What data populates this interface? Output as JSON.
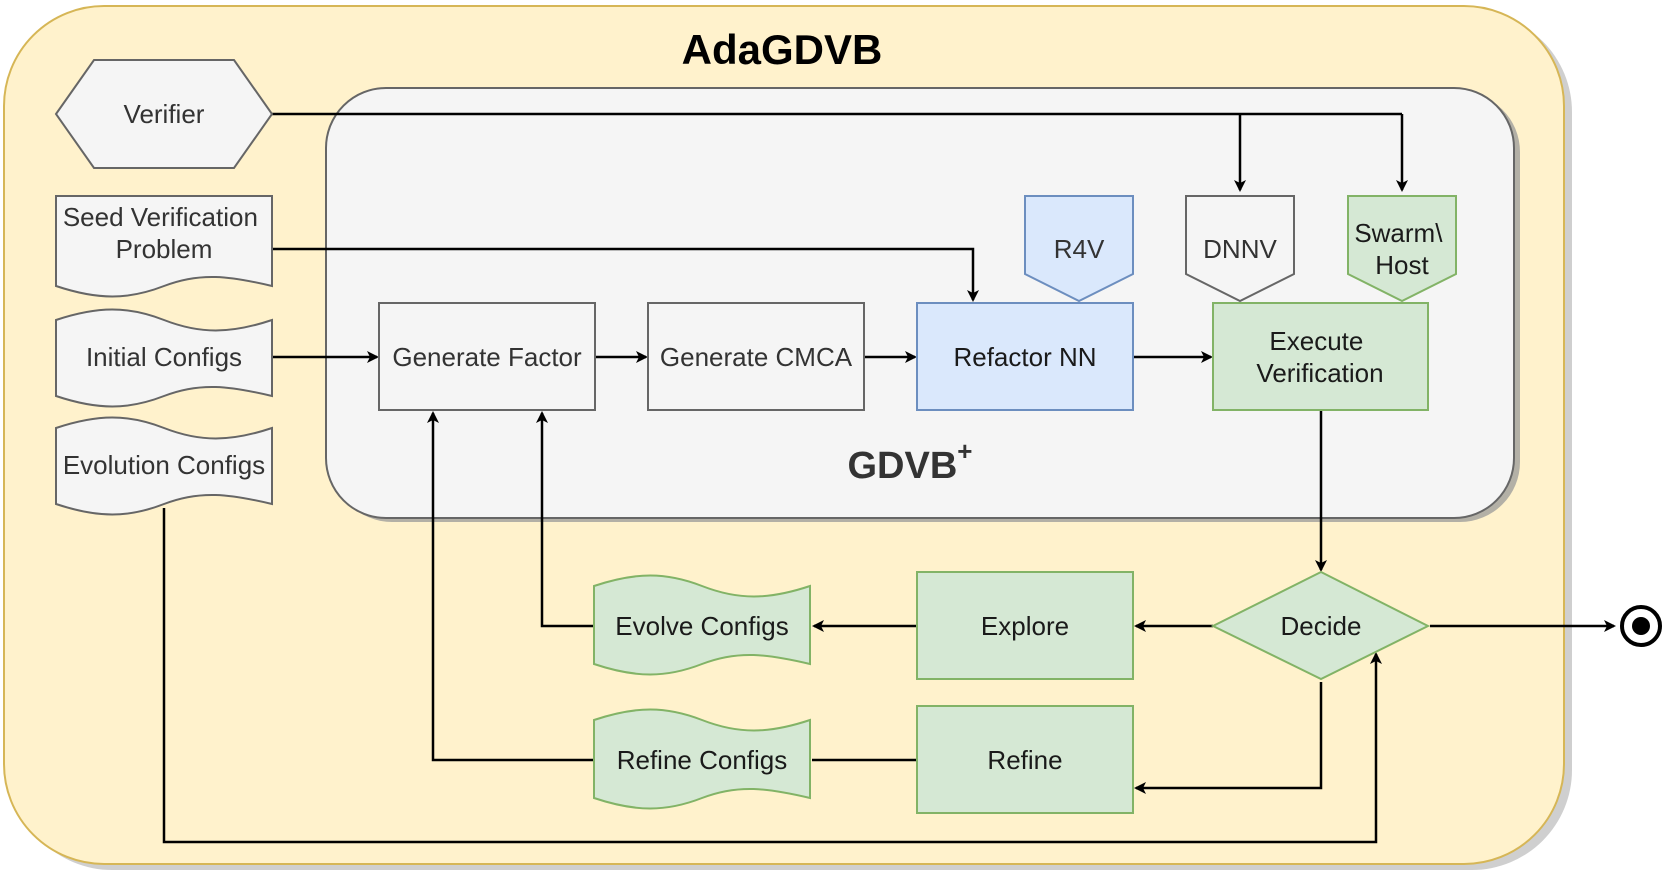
{
  "outer": {
    "title": "AdaGDVB"
  },
  "inner": {
    "title": "GDVB",
    "title_sup": "+"
  },
  "inputs": {
    "verifier": "Verifier",
    "seed_line1": "Seed Verification",
    "seed_line2": "Problem",
    "initial_configs": "Initial Configs",
    "evolution_configs": "Evolution Configs"
  },
  "nodes": {
    "generate_factor": "Generate Factor",
    "generate_cmca": "Generate CMCA",
    "refactor_nn": "Refactor NN",
    "execute_line1": "Execute",
    "execute_line2": "Verification",
    "r4v": "R4V",
    "dnnv": "DNNV",
    "swarm_line1": "Swarm\\",
    "swarm_line2": "Host",
    "decide": "Decide",
    "explore": "Explore",
    "refine": "Refine",
    "evolve_configs": "Evolve Configs",
    "refine_configs": "Refine Configs"
  },
  "colors": {
    "outer_fill": "#fff2cc",
    "outer_stroke": "#d6b656",
    "inner_fill": "#f5f5f5",
    "inner_stroke": "#666666",
    "blue_fill": "#dae8fc",
    "blue_stroke": "#6c8ebf",
    "green_fill": "#d5e8d4",
    "green_stroke": "#82b366",
    "gray_fill": "#f5f5f5",
    "gray_stroke": "#666666"
  }
}
